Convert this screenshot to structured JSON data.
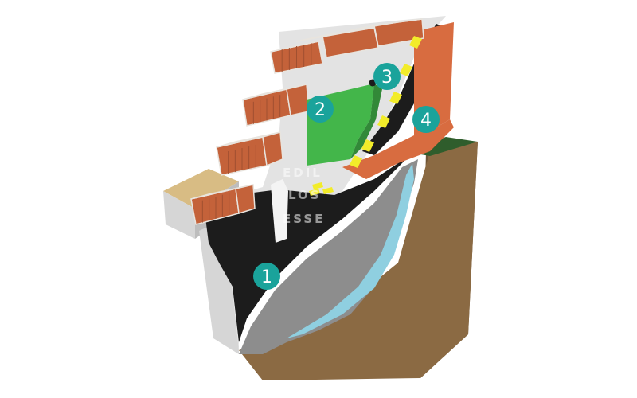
{
  "colors": {
    "brick_face": "#c4623a",
    "brick_top": "#d98a62",
    "brick_mortar": "#e8e4de",
    "plaster": "#e3e3e3",
    "membrane": "#1c1c1c",
    "insulation": "#43b64a",
    "gravel": "#8d8d8d",
    "drain_water": "#8fcfe0",
    "soil": "#8b6a43",
    "grass": "#2f5d2c",
    "wood": "#d8bc84",
    "mesh": "#f2ec2a",
    "marker_fill": "#1aa39b"
  },
  "markers": [
    {
      "id": "1",
      "label": "1"
    },
    {
      "id": "2",
      "label": "2"
    },
    {
      "id": "3",
      "label": "3"
    },
    {
      "id": "4",
      "label": "4"
    }
  ],
  "watermark": {
    "lines": [
      "EDIL",
      "LOS",
      "ESSE"
    ]
  }
}
